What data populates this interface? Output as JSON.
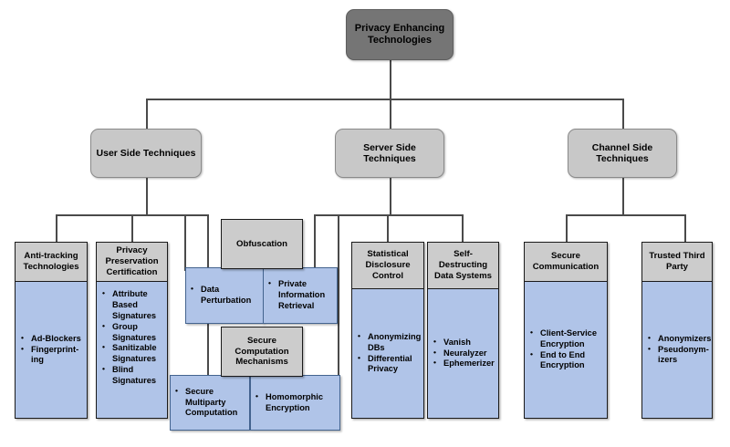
{
  "diagram": {
    "title": "Privacy Enhancing Technologies",
    "type": "hierarchy-tree",
    "colors": {
      "root_fill": "#757575",
      "level2_fill": "#c8c8c8",
      "leaf_header_fill": "#cccccc",
      "leaf_body_fill": "#b0c4e8",
      "line": "#4a4a4a",
      "border": "#1a1a1a",
      "blue_border": "#44648f",
      "background": "#ffffff"
    },
    "root": {
      "label": "Privacy Enhancing Technologies"
    },
    "branches": [
      {
        "id": "user-side",
        "label": "User Side Techniques"
      },
      {
        "id": "server-side",
        "label": "Server Side Techniques"
      },
      {
        "id": "channel-side",
        "label": "Channel Side Techniques"
      }
    ],
    "leaves": {
      "anti_tracking": {
        "title": "Anti-tracking Technologies",
        "items": [
          "Ad-Blockers",
          "Fingerprint-ing"
        ]
      },
      "privacy_preservation": {
        "title": "Privacy Preservation Certification",
        "items": [
          "Attribute Based Signatures",
          "Group Signatures",
          "Sanitizable Signatures",
          "Blind Signatures"
        ]
      },
      "obfuscation": {
        "title": "Obfuscation",
        "children": [
          {
            "label": "Data Perturbation"
          },
          {
            "label": "Private Information Retrieval"
          }
        ]
      },
      "secure_computation": {
        "title": "Secure Computation Mechanisms",
        "children": [
          {
            "label": "Secure Multiparty Computation"
          },
          {
            "label": "Homomorphic Encryption"
          }
        ]
      },
      "statistical_disclosure": {
        "title": "Statistical Disclosure Control",
        "items": [
          "Anonymizing DBs",
          "Differential Privacy"
        ]
      },
      "self_destructing": {
        "title": "Self-Destructing Data Systems",
        "items": [
          "Vanish",
          "Neuralyzer",
          "Ephemerizer"
        ]
      },
      "secure_communication": {
        "title": "Secure Communication",
        "items": [
          "Client-Service Encryption",
          "End to End Encryption"
        ]
      },
      "trusted_third_party": {
        "title": "Trusted Third Party",
        "items": [
          "Anonymizers",
          "Pseudonym-izers"
        ]
      }
    }
  }
}
